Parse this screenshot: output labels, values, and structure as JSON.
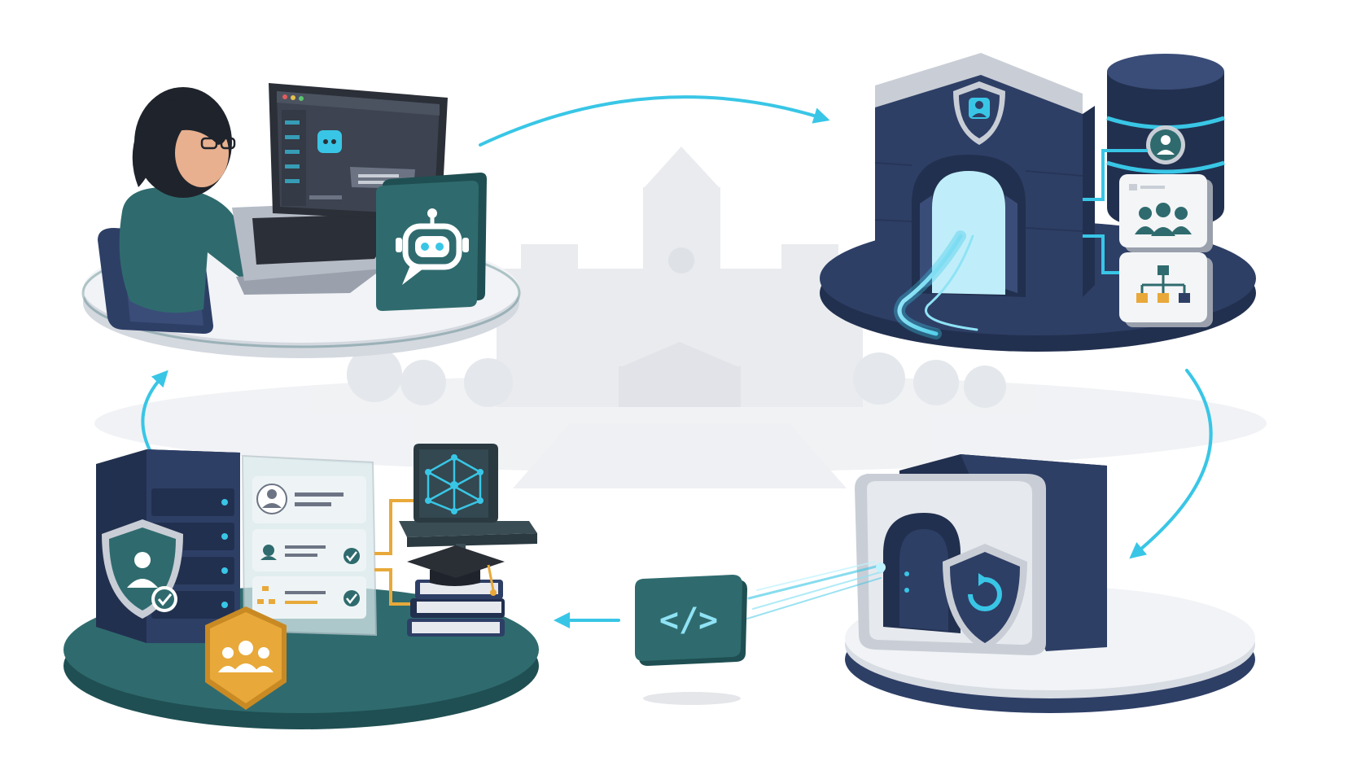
{
  "colors": {
    "navy": "#2e3f66",
    "navy_dark": "#22304f",
    "teal": "#2f6b6e",
    "teal_dark": "#1f4f52",
    "cyan": "#39c6e6",
    "gold": "#e8a93a",
    "platform_light": "#eef0f4",
    "background_silhouette": "#e4e6ea"
  },
  "stages": [
    {
      "id": "user-chat",
      "icons": [
        "person-icon",
        "laptop-icon",
        "chatbot-icon"
      ]
    },
    {
      "id": "identity-gateway",
      "icons": [
        "gateway-arch-icon",
        "shield-user-icon",
        "database-user-icon",
        "group-card-icon",
        "org-chart-card-icon"
      ]
    },
    {
      "id": "secure-tunnel",
      "icons": [
        "tunnel-icon",
        "shield-refresh-icon",
        "code-token-icon"
      ]
    },
    {
      "id": "authorized-data",
      "icons": [
        "server-shield-icon",
        "profile-checklist-icon",
        "network-cube-icon",
        "graduation-books-icon",
        "group-badge-icon"
      ]
    }
  ],
  "flow": [
    "user-chat",
    "identity-gateway",
    "secure-tunnel",
    "authorized-data",
    "user-chat"
  ],
  "code_token_glyph": "</>"
}
